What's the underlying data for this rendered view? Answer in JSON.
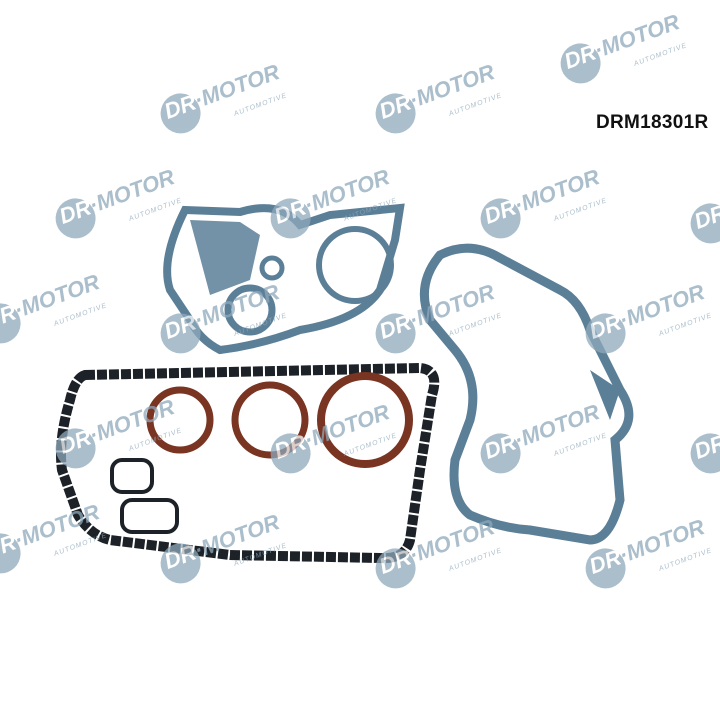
{
  "product_code": "DRM18301R",
  "watermark": {
    "brand_prefix": "DR",
    "brand": "MOTOR",
    "subtitle": "AUTOMOTIVE"
  },
  "colors": {
    "watermark": "#8fa9bb",
    "gasket_blue": "#5c7f98",
    "gasket_black": "#1d2228",
    "seal_brown": "#7a3422"
  }
}
